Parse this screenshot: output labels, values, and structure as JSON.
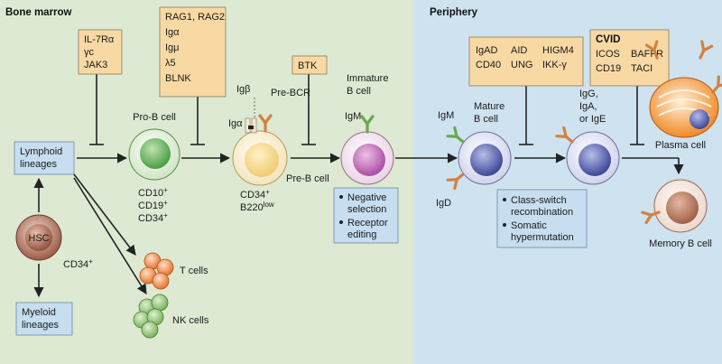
{
  "regions": {
    "left_title": "Bone marrow",
    "right_title": "Periphery"
  },
  "inhibitor_boxes": {
    "prob": [
      "IL-7Rα",
      "γc",
      "JAK3"
    ],
    "rag": [
      "RAG1, RAG2",
      "Igα",
      "Igμ",
      "λ5",
      "BLNK"
    ],
    "btk": [
      "BTK"
    ],
    "csr_col1": [
      "IgAD",
      "CD40"
    ],
    "csr_col2": [
      "AID",
      "UNG"
    ],
    "csr_col3": [
      "HIGM4",
      "IKK-γ"
    ],
    "cvid_title": "CVID",
    "cvid_col1": [
      "ICOS",
      "CD19"
    ],
    "cvid_col2": [
      "BAFFR",
      "TACI"
    ]
  },
  "lineage_boxes": {
    "lymphoid": [
      "Lymphoid",
      "lineages"
    ],
    "myeloid": [
      "Myeloid",
      "lineages"
    ]
  },
  "cells": {
    "hsc": "HSC",
    "hsc_marker": "CD34",
    "hsc_marker_sup": "+",
    "pro_b": "Pro-B cell",
    "pro_b_markers": [
      "CD10",
      "CD19",
      "CD34"
    ],
    "pro_b_markers_sup": "+",
    "pre_bcr": "Pre-BCR",
    "igbeta": "Igβ",
    "igalpha": "Igα",
    "pre_b_marker1": "CD34",
    "pre_b_marker1_sup": "+",
    "pre_b_marker2": "B220",
    "pre_b_marker2_sup": "low",
    "pre_b": "Pre-B cell",
    "immature_b": [
      "Immature",
      "B cell"
    ],
    "igm": "IgM",
    "mature_igm": "IgM",
    "mature_b": [
      "Mature",
      "B cell"
    ],
    "igd": "IgD",
    "switched": [
      "IgG,",
      "IgA,",
      "or IgE"
    ],
    "plasma": "Plasma cell",
    "memory": "Memory B cell",
    "t_cells": "T cells",
    "nk_cells": "NK cells"
  },
  "info_boxes": {
    "immature": [
      "Negative",
      "selection",
      "Receptor",
      "editing"
    ],
    "mature": [
      "Class-switch",
      "recombination",
      "Somatic",
      "hypermutation"
    ]
  },
  "colors": {
    "bone_marrow_bg": "#dde9d3",
    "periphery_bg": "#cfe2ef",
    "inhibitor_box": "#f8d9a4",
    "info_box": "#c6def0",
    "hsc": "#9a5b45",
    "pro_b": "#5cae4f",
    "pre_b": "#f6d489",
    "immature": "#bf5fb4",
    "mature": "#4a55a5",
    "plasma": "#f08a28",
    "memory": "#b06a4e",
    "t_cell": "#ec7a32",
    "nk_cell": "#7ab55a"
  }
}
